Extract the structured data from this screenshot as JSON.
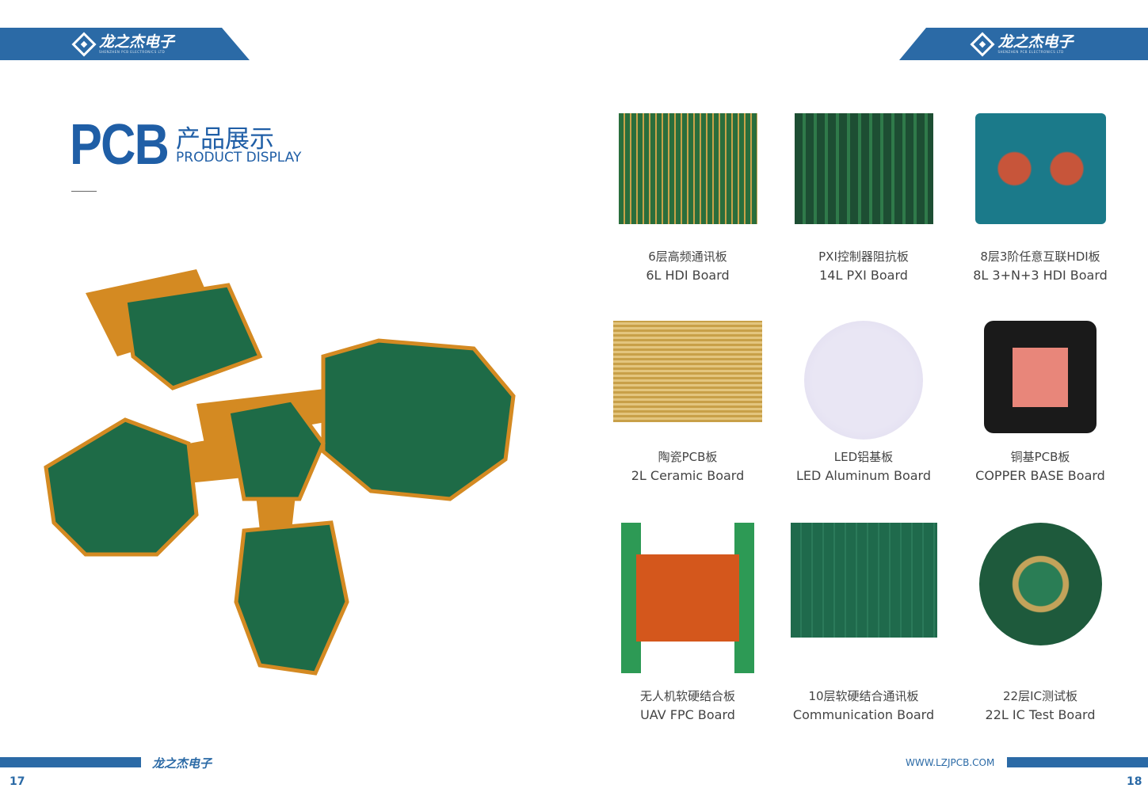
{
  "header": {
    "logo_cn": "龙之杰电子",
    "logo_en": "SHENZHEN PCB ELECTRONICS LTD"
  },
  "title": {
    "main": "PCB",
    "cn": "产品展示",
    "en": "PRODUCT DISPLAY"
  },
  "products": [
    {
      "cn": "6层高频通讯板",
      "en": "6L HDI Board"
    },
    {
      "cn": "PXI控制器阻抗板",
      "en": "14L PXI Board"
    },
    {
      "cn": "8层3阶任意互联HDI板",
      "en": "8L 3+N+3 HDI Board"
    },
    {
      "cn": "陶瓷PCB板",
      "en": "2L Ceramic Board"
    },
    {
      "cn": "LED铝基板",
      "en": "LED Aluminum Board"
    },
    {
      "cn": "铜基PCB板",
      "en": "COPPER BASE Board"
    },
    {
      "cn": "无人机软硬结合板",
      "en": "UAV FPC Board"
    },
    {
      "cn": "10层软硬结合通讯板",
      "en": "Communication Board"
    },
    {
      "cn": "22层IC测试板",
      "en": "22L IC Test Board"
    }
  ],
  "footer": {
    "brand": "龙之杰电子",
    "url": "WWW.LZJPCB.COM",
    "page_left": "17",
    "page_right": "18"
  },
  "colors": {
    "brand_blue": "#2b6aa6",
    "pcb_green": "#1e6b47",
    "flex_orange": "#d98a1e"
  }
}
